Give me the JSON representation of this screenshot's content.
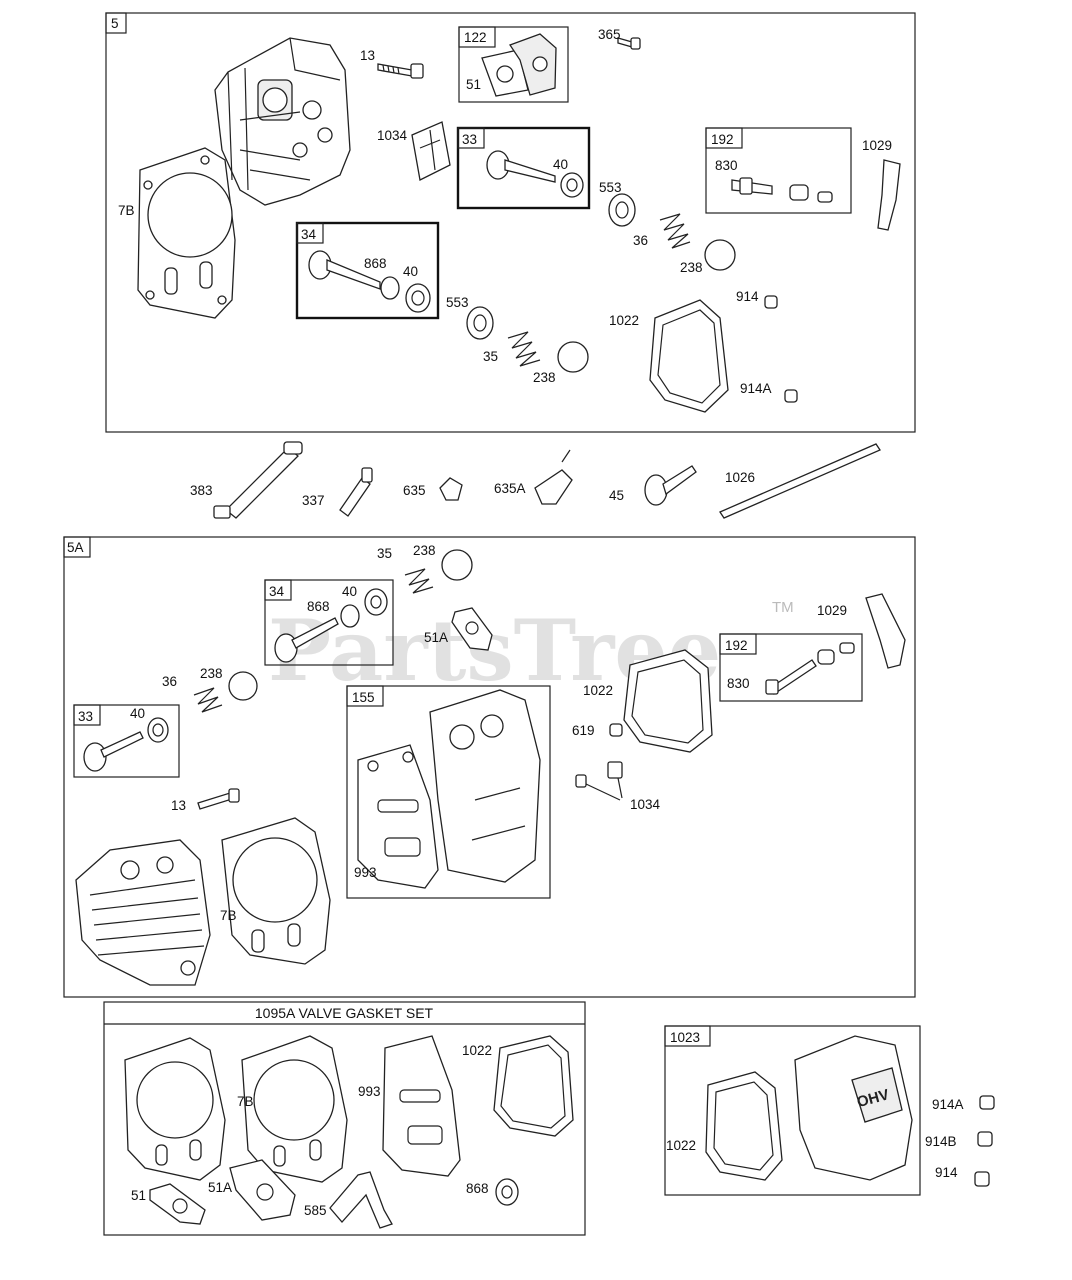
{
  "watermark": {
    "text": "PartsTree",
    "tm": "TM"
  },
  "groups": {
    "g5": "5",
    "g5a": "5A",
    "g122": "122",
    "g33a": "33",
    "g34a": "34",
    "g192a": "192",
    "g34b": "34",
    "g33b": "33",
    "g192b": "192",
    "g155": "155",
    "g1095": "1095A VALVE GASKET SET",
    "g1023": "1023"
  },
  "parts": {
    "p13a": "13",
    "p365": "365",
    "p51a": "51",
    "p1034a": "1034",
    "p40a": "40",
    "p830a": "830",
    "p1029a": "1029",
    "p7Ba": "7B",
    "p553a": "553",
    "p36a": "36",
    "p238a": "238",
    "p868a": "868",
    "p40b": "40",
    "p914a": "914",
    "p553b": "553",
    "p1022a": "1022",
    "p35a": "35",
    "p238b": "238",
    "p914Aa": "914A",
    "p383": "383",
    "p337": "337",
    "p635": "635",
    "p635A": "635A",
    "p45": "45",
    "p1026": "1026",
    "p35b": "35",
    "p238c": "238",
    "p40c": "40",
    "p868b": "868",
    "p51Ab": "51A",
    "p1029b": "1029",
    "p830b": "830",
    "p36b": "36",
    "p238d": "238",
    "p1022b": "1022",
    "p40d": "40",
    "p619": "619",
    "p1034b": "1034",
    "p13b": "13",
    "p993a": "993",
    "p7Bb": "7B",
    "p7Bc": "7B",
    "p993b": "993",
    "p1022c": "1022",
    "p51c": "51",
    "p51Ac": "51A",
    "p585": "585",
    "p868c": "868",
    "p1022d": "1022",
    "p914Ab": "914A",
    "p914B": "914B",
    "p914b": "914"
  },
  "cover_text": "OHV"
}
